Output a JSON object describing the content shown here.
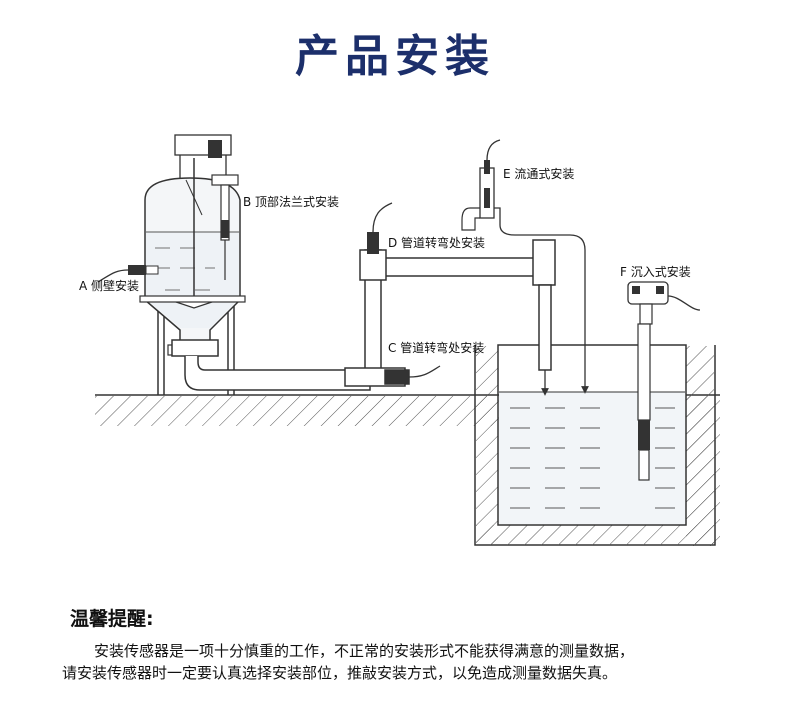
{
  "title": "产品安装",
  "labels": {
    "A": "A 侧壁安装",
    "B": "B 顶部法兰式安装",
    "C": "C 管道转弯处安装",
    "D": "D 管道转弯处安装",
    "E": "E 流通式安装",
    "F": "F 沉入式安装"
  },
  "tip": {
    "title": "温馨提醒:",
    "line1": "安装传感器是一项十分慎重的工作，不正常的安装形式不能获得满意的测量数据，",
    "line2": "请安装传感器时一定要认真选择安装部位，推敲安装方式，以免造成测量数据失真。"
  }
}
